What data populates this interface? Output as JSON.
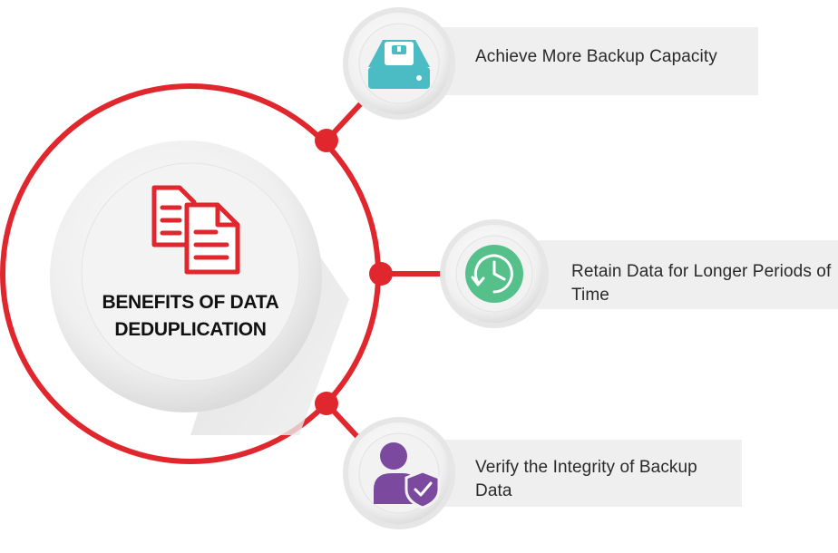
{
  "title": {
    "line1": "BENEFITS OF  DATA",
    "line2": "DEDUPLICATION"
  },
  "benefits": [
    {
      "label": "Achieve More Backup Capacity",
      "icon": "hard-drive-icon"
    },
    {
      "label": "Retain Data for Longer Periods of Time",
      "icon": "clock-refresh-icon"
    },
    {
      "label": "Verify the Integrity of Backup Data",
      "icon": "user-shield-icon"
    }
  ],
  "center_icon": "documents-icon",
  "colors": {
    "ring": "#e0272d",
    "drive": "#4cbcc4",
    "clock": "#55c08a",
    "user": "#7b4a9e",
    "panel": "#efefef",
    "text": "#2a2a2a"
  }
}
